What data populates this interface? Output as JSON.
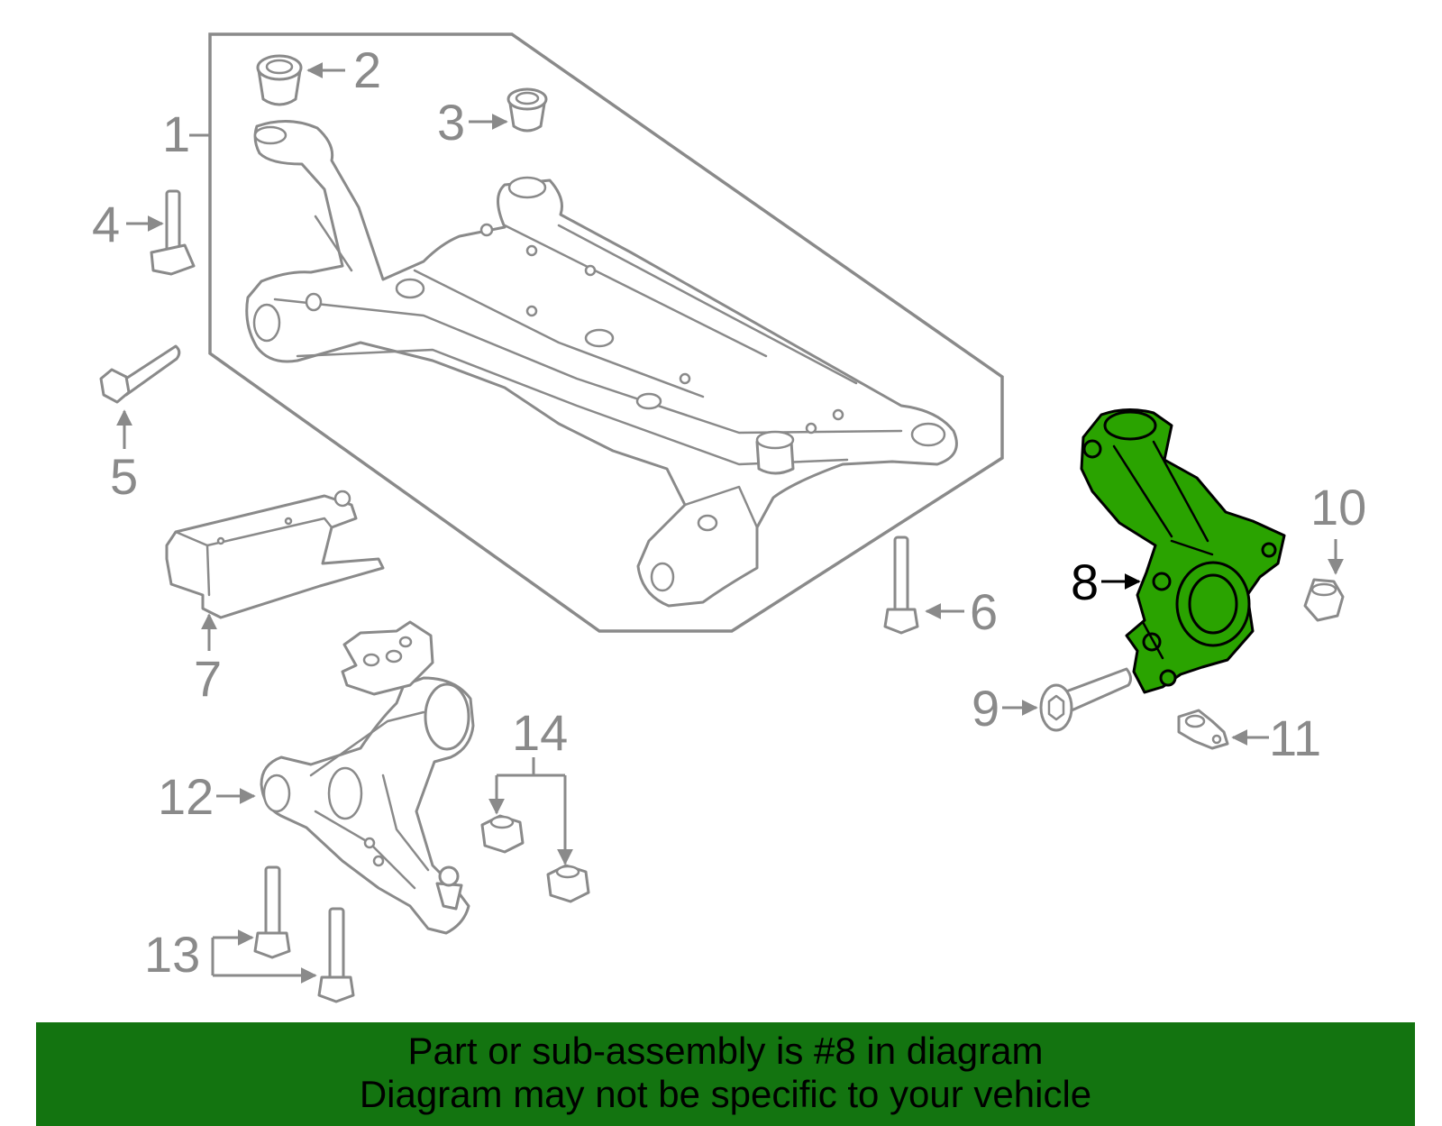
{
  "callouts": {
    "c1": "1",
    "c2": "2",
    "c3": "3",
    "c4": "4",
    "c5": "5",
    "c6": "6",
    "c7": "7",
    "c8": "8",
    "c9": "9",
    "c10": "10",
    "c11": "11",
    "c12": "12",
    "c13": "13",
    "c14": "14"
  },
  "highlight": {
    "part": "8",
    "color": "#2aa300"
  },
  "banner": {
    "line1": "Part or sub-assembly is #8 in diagram",
    "line2": "Diagram may not be specific to your vehicle",
    "background": "#137410"
  }
}
